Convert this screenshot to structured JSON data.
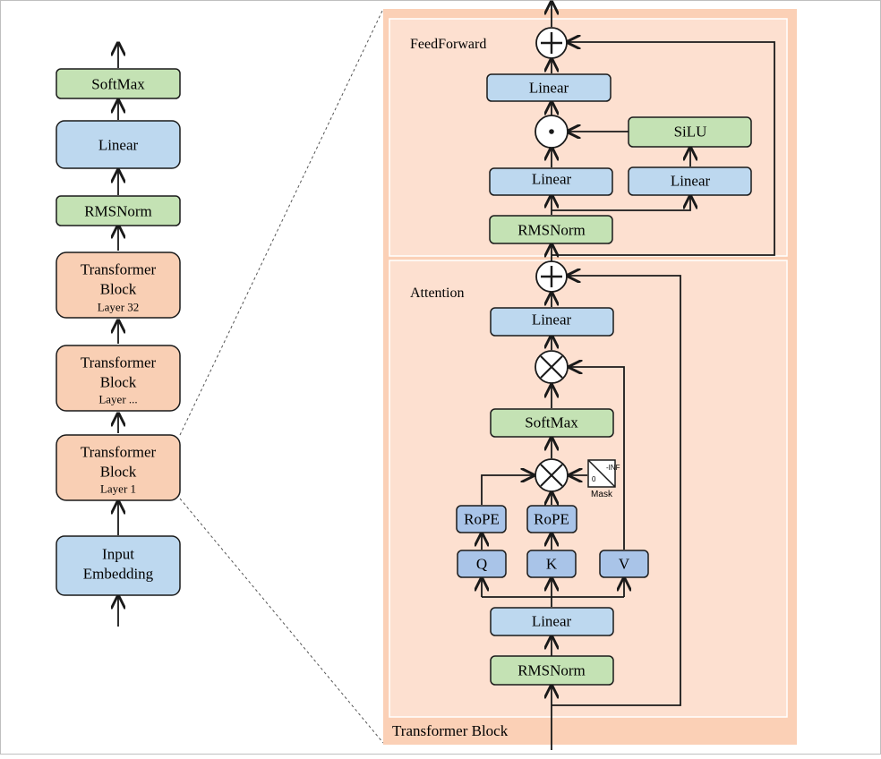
{
  "colors": {
    "blue": "#bdd8ef",
    "green": "#c4e2b4",
    "orange": "#f9cfb4",
    "panel": "#fbd0b6",
    "inner": "#fde0d0",
    "qkv": "#a9c4e8",
    "stroke": "#1a1a1a"
  },
  "left": {
    "softmax": "SoftMax",
    "linear": "Linear",
    "rmsnorm": "RMSNorm",
    "block32": {
      "l1": "Transformer",
      "l2": "Block",
      "l3": "Layer 32"
    },
    "blockdots": {
      "l1": "Transformer",
      "l2": "Block",
      "l3": "Layer ..."
    },
    "block1": {
      "l1": "Transformer",
      "l2": "Block",
      "l3": "Layer 1"
    },
    "embedding": {
      "l1": "Input",
      "l2": "Embedding"
    }
  },
  "panel": {
    "title": "Transformer Block",
    "ff": {
      "title": "FeedForward",
      "linear_top": "Linear",
      "silu": "SiLU",
      "linear_left": "Linear",
      "linear_right": "Linear",
      "rmsnorm": "RMSNorm",
      "mult": "·"
    },
    "attn": {
      "title": "Attention",
      "linear_top": "Linear",
      "softmax": "SoftMax",
      "rope_q": "RoPE",
      "rope_k": "RoPE",
      "q": "Q",
      "k": "K",
      "v": "V",
      "linear_bottom": "Linear",
      "rmsnorm": "RMSNorm",
      "mask": "Mask",
      "mask_inf": "-INF",
      "mask_zero": "0"
    }
  }
}
